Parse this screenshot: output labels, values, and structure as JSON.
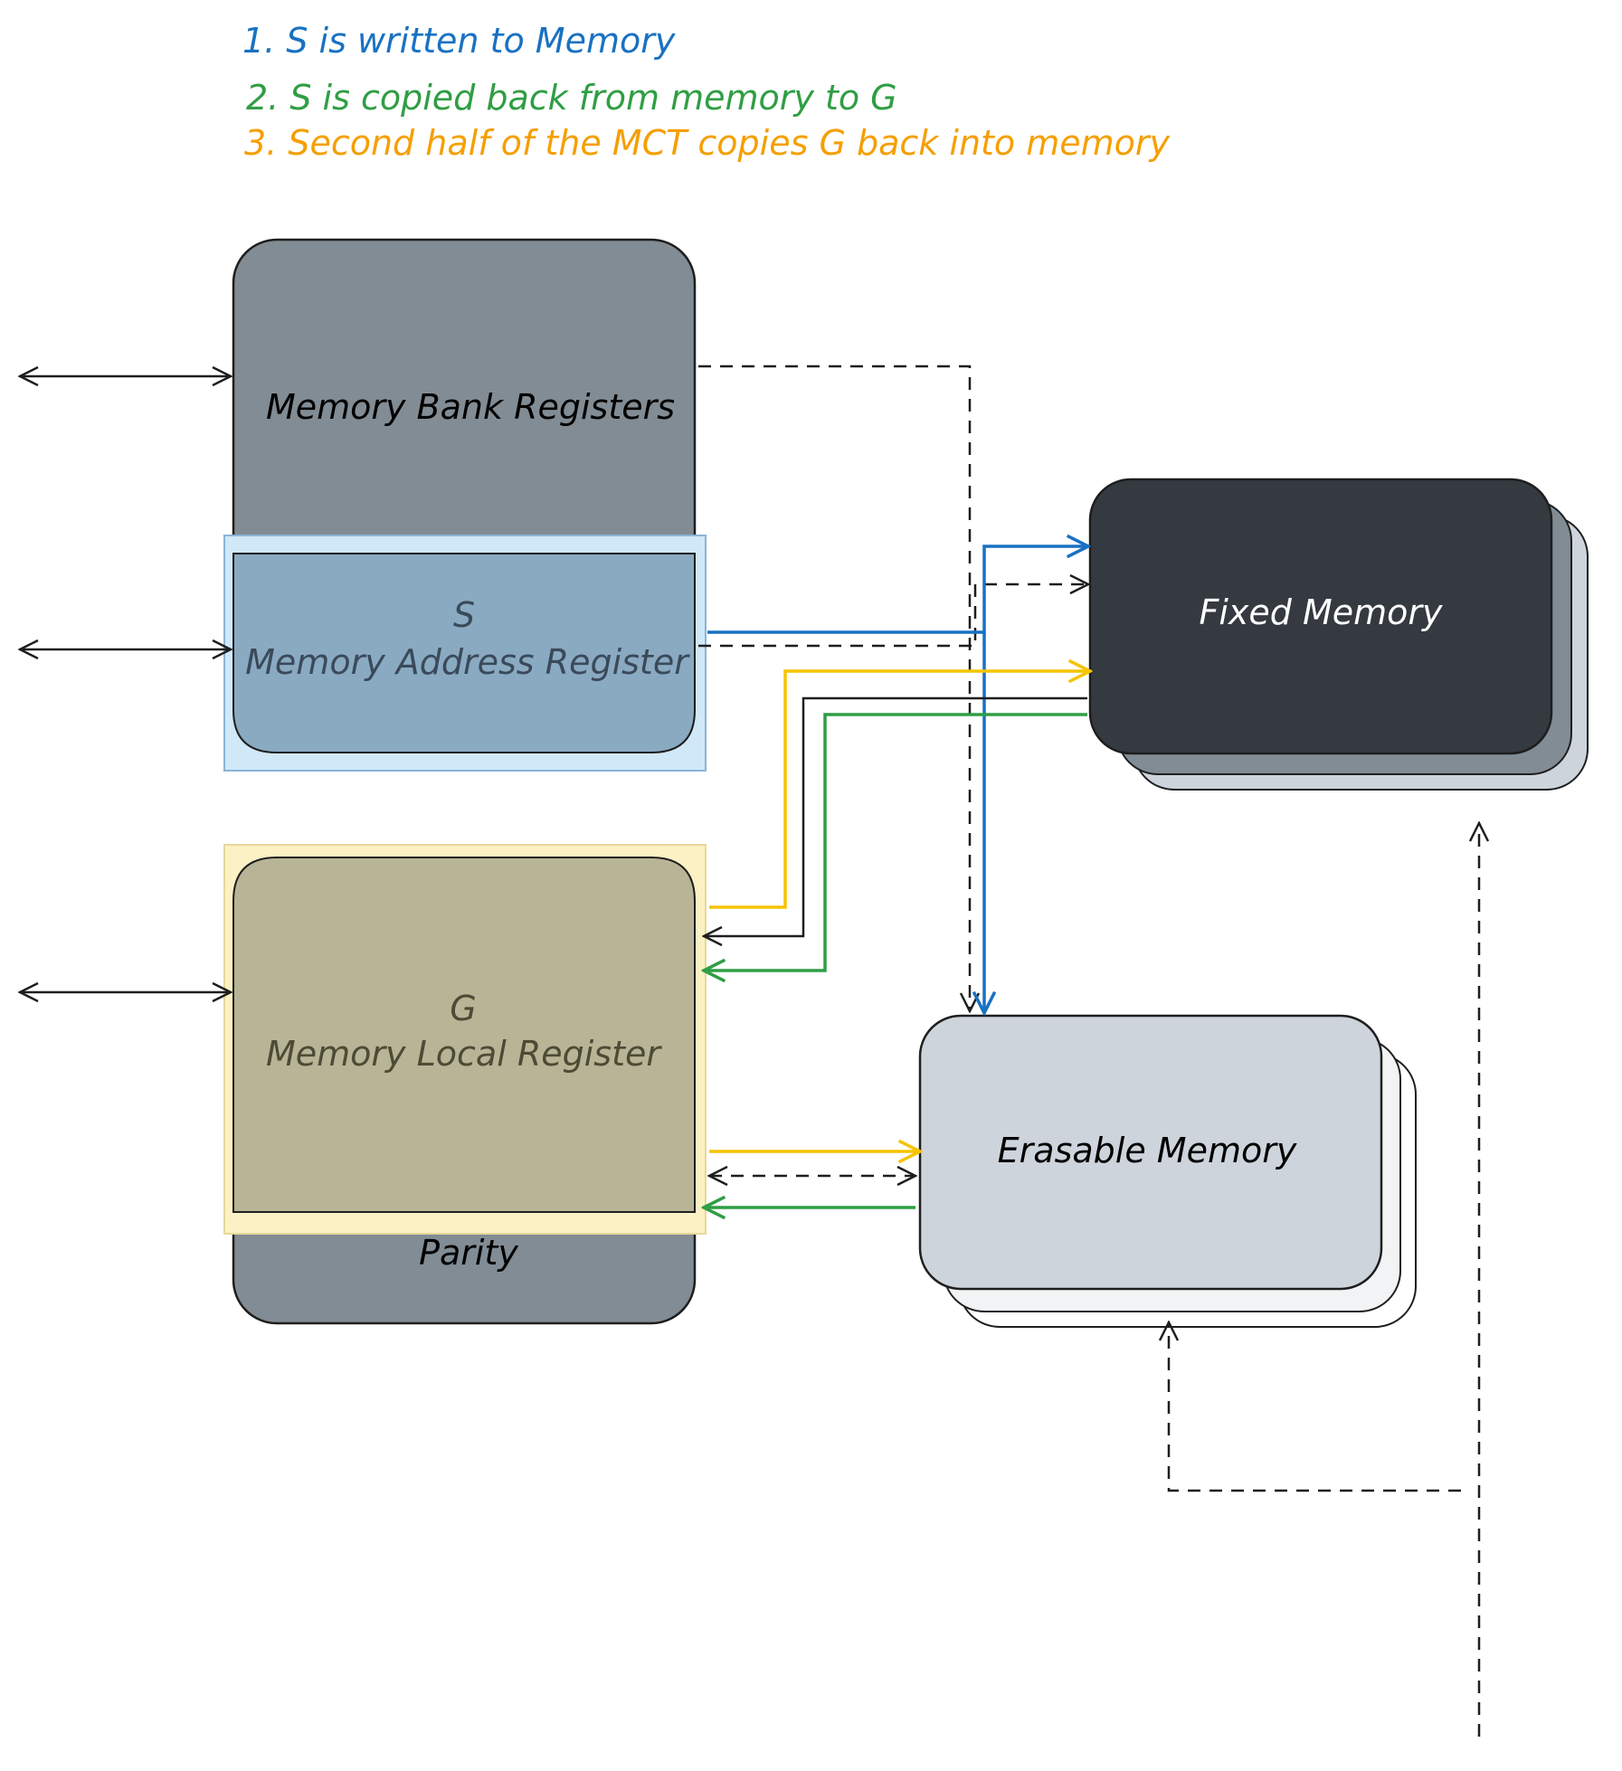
{
  "legend": {
    "step1": "1. S is written to Memory",
    "step2": "2. S is copied back from memory to G",
    "step3": "3. Second half of the MCT copies G back into memory"
  },
  "blocks": {
    "memory_bank_registers": "Memory Bank Registers",
    "s_symbol": "S",
    "memory_address_register": "Memory Address Register",
    "g_symbol": "G",
    "memory_local_register": "Memory Local Register",
    "parity": "Parity",
    "fixed_memory": "Fixed Memory",
    "erasable_memory": "Erasable Memory"
  },
  "colors": {
    "step1": "#1971c2",
    "step2": "#2f9e44",
    "step3": "#f5c400",
    "step3_text": "#f59f00",
    "bank_fill": "#828c94",
    "address_fill": "#8aaac2",
    "address_overlay": "#d0e8f8",
    "local_fill": "#b8b496",
    "local_overlay": "#fbf1c4",
    "fixed_fill": "#343a40",
    "erasable_fill": "#ced4dc"
  }
}
